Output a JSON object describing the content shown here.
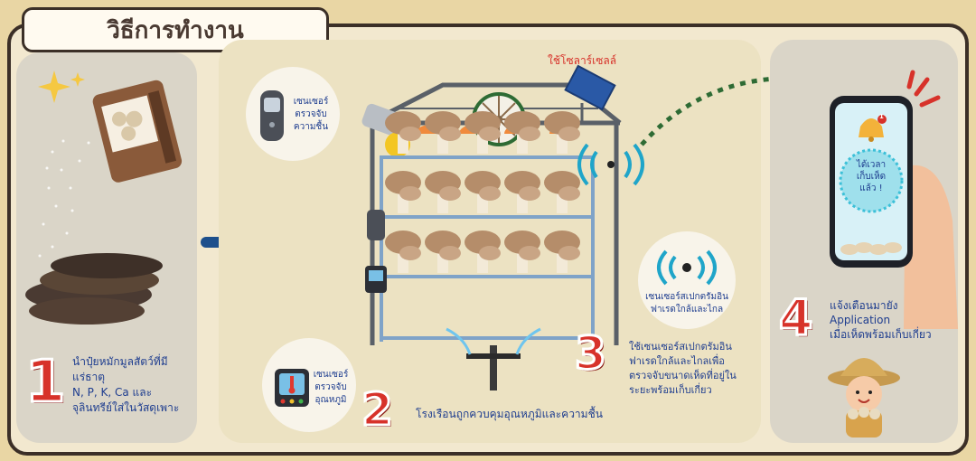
{
  "title": "วิธีการทำงาน",
  "step1": {
    "number": "1",
    "text": [
      "นำปุ๋ยหมักมูลสัตว์ที่มี",
      "แร่ธาตุ",
      "N, P, K, Ca และ",
      "จุลินทรีย์ใส่ในวัสดุเพาะ"
    ]
  },
  "step2": {
    "number": "2",
    "text": "โรงเรือนถูกควบคุมอุณหภูมิและความชื้น",
    "solar_label": "ใช้โซลาร์เซลล์",
    "humidity_sensor": [
      "เซนเซอร์",
      "ตรวจจับ",
      "ความชื้น"
    ],
    "temp_sensor": [
      "เซนเซอร์",
      "ตรวจจับ",
      "อุณหภูมิ"
    ],
    "ir_sensor": [
      "เซนเซอร์สเปกตรัมอิน",
      "ฟาเรดใกล้และไกล"
    ]
  },
  "step3": {
    "number": "3",
    "text": [
      "ใช้เซนเซอร์สเปกตรัมอิน",
      "ฟาเรดใกล้และไกลเพื่อ",
      "ตรวจจับขนาดเห็ดที่อยู่ใน",
      "ระยะพร้อมเก็บเกี่ยว"
    ]
  },
  "step4": {
    "number": "4",
    "text": [
      "แจ้งเตือนมายัง",
      "Application",
      "เมื่อเห็ดพร้อมเก็บเกี่ยว"
    ],
    "phone_message": [
      "ได้เวลา",
      "เก็บเห็ด",
      "แล้ว !"
    ],
    "badge": "1"
  },
  "icons": [
    "sparkle-icon",
    "fertilizer-bag-icon",
    "plus-icon",
    "humidity-sensor-icon",
    "thermometer-icon",
    "wifi-signal-icon",
    "solar-panel-icon",
    "fan-icon",
    "bell-icon",
    "farmer-icon"
  ],
  "colors": {
    "accent_red": "#d7322a",
    "text_blue": "#1e3d8f",
    "plus_blue": "#1d4f8c",
    "arrow_green": "#2e6b34"
  }
}
